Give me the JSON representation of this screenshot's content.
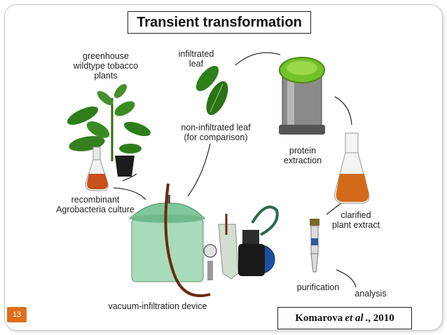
{
  "title": "Transient transformation",
  "labels": {
    "greenhouse": [
      "greenhouse",
      "wildtype tobacco",
      "plants"
    ],
    "infiltrated": [
      "infiltrated",
      "leaf"
    ],
    "non_infiltrated": [
      "non-infiltrated leaf",
      "(for comparison)"
    ],
    "protein": [
      "protein",
      "extraction"
    ],
    "recombinant": [
      "recombinant",
      "Agrobacteria culture"
    ],
    "clarified": [
      "clarified",
      "plant extract"
    ],
    "vacuum": "vacuum-infiltration device",
    "purification": "purification",
    "analysis": "analysis"
  },
  "citation": {
    "author": "Komarova",
    "etal": "et al",
    "year": "., 2010"
  },
  "page_number": "13"
}
